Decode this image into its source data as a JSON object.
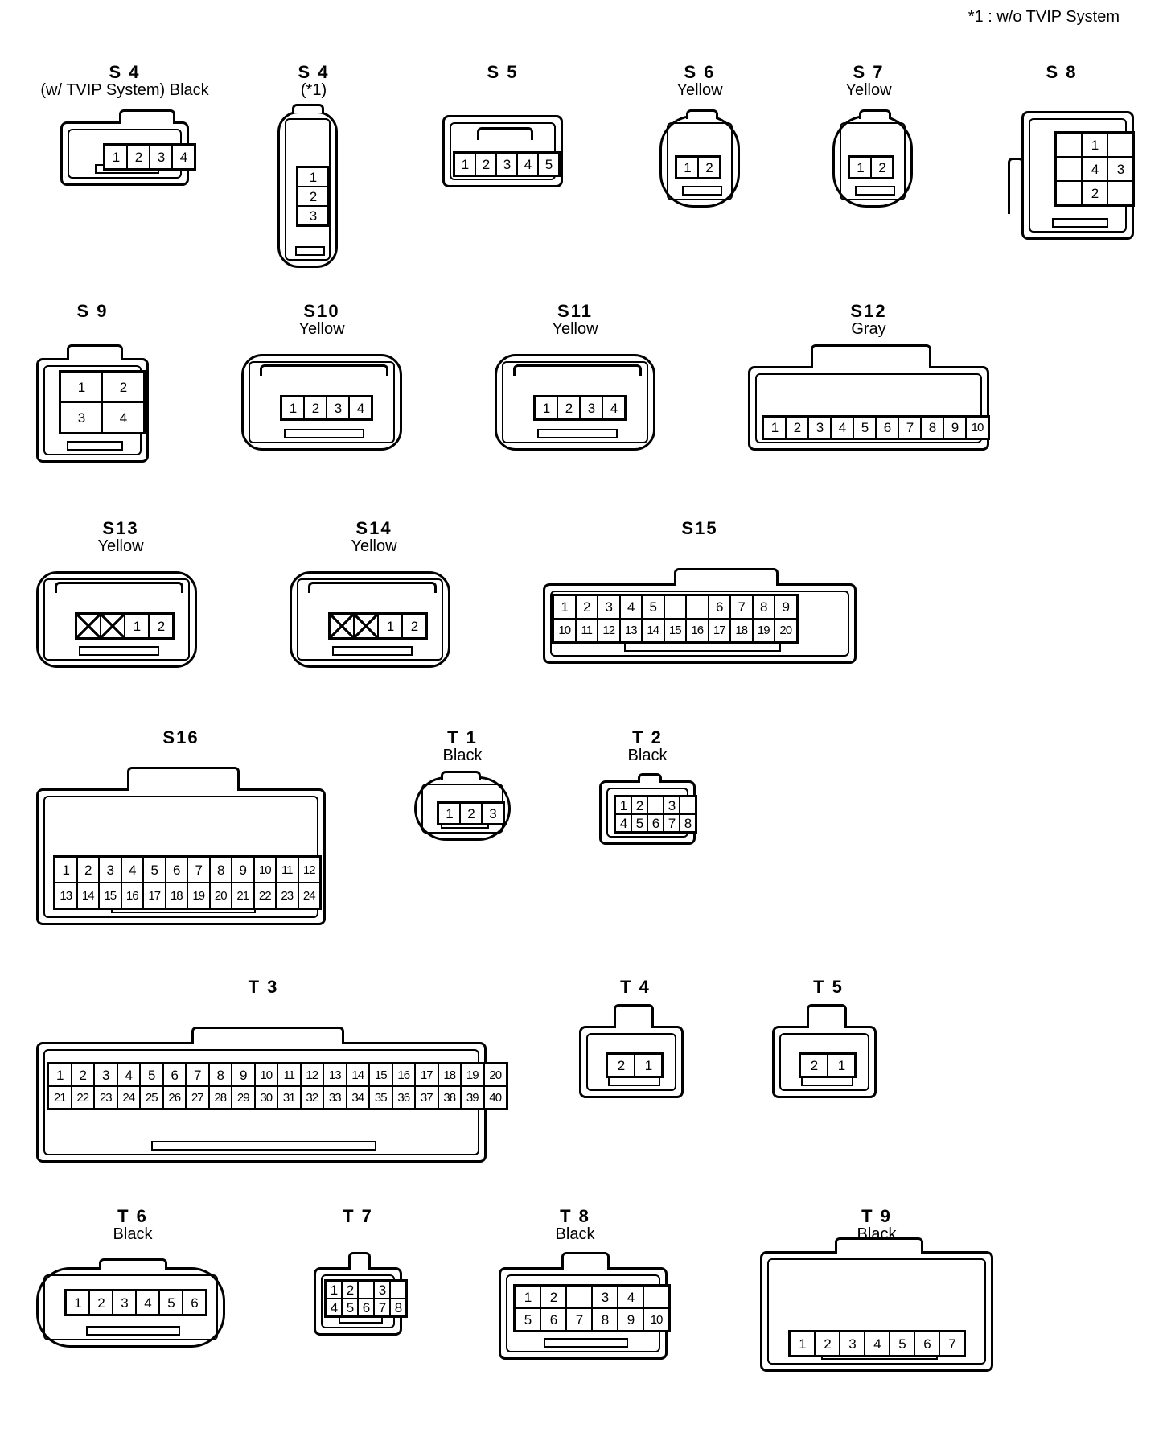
{
  "note": "*1 : w/o TVIP System",
  "connectors": [
    {
      "id": "S 4",
      "sub": "(w/ TVIP System)  Black",
      "rows": [
        [
          "1",
          "2",
          "3",
          "4"
        ]
      ]
    },
    {
      "id": "S 4",
      "sub": "(*1)",
      "rows": [
        [
          "1"
        ],
        [
          "2"
        ],
        [
          "3"
        ]
      ]
    },
    {
      "id": "S 5",
      "sub": "",
      "rows": [
        [
          "1",
          "2",
          "3",
          "4",
          "5"
        ]
      ]
    },
    {
      "id": "S 6",
      "sub": "Yellow",
      "rows": [
        [
          "1",
          "2"
        ]
      ]
    },
    {
      "id": "S 7",
      "sub": "Yellow",
      "rows": [
        [
          "1",
          "2"
        ]
      ]
    },
    {
      "id": "S 8",
      "sub": "",
      "rows": [
        [
          "",
          "1",
          ""
        ],
        [
          "",
          "4",
          "3"
        ],
        [
          "",
          "2",
          ""
        ]
      ]
    },
    {
      "id": "S 9",
      "sub": "",
      "rows": [
        [
          "1",
          "2"
        ],
        [
          "3",
          "4"
        ]
      ]
    },
    {
      "id": "S10",
      "sub": "Yellow",
      "rows": [
        [
          "1",
          "2",
          "3",
          "4"
        ]
      ]
    },
    {
      "id": "S11",
      "sub": "Yellow",
      "rows": [
        [
          "1",
          "2",
          "3",
          "4"
        ]
      ]
    },
    {
      "id": "S12",
      "sub": "Gray",
      "rows": [
        [
          "1",
          "2",
          "3",
          "4",
          "5",
          "6",
          "7",
          "8",
          "9",
          "10"
        ]
      ]
    },
    {
      "id": "S13",
      "sub": "Yellow",
      "rows": [
        [
          "X",
          "X",
          "1",
          "2"
        ]
      ]
    },
    {
      "id": "S14",
      "sub": "Yellow",
      "rows": [
        [
          "X",
          "X",
          "1",
          "2"
        ]
      ]
    },
    {
      "id": "S15",
      "sub": "",
      "rows": [
        [
          "1",
          "2",
          "3",
          "4",
          "5",
          "",
          "",
          "6",
          "7",
          "8",
          "9"
        ],
        [
          "10",
          "11",
          "12",
          "13",
          "14",
          "15",
          "16",
          "17",
          "18",
          "19",
          "20"
        ]
      ]
    },
    {
      "id": "S16",
      "sub": "",
      "rows": [
        [
          "1",
          "2",
          "3",
          "4",
          "5",
          "6",
          "7",
          "8",
          "9",
          "10",
          "11",
          "12"
        ],
        [
          "13",
          "14",
          "15",
          "16",
          "17",
          "18",
          "19",
          "20",
          "21",
          "22",
          "23",
          "24"
        ]
      ]
    },
    {
      "id": "T 1",
      "sub": "Black",
      "rows": [
        [
          "1",
          "2",
          "3"
        ]
      ]
    },
    {
      "id": "T 2",
      "sub": "Black",
      "rows": [
        [
          "1",
          "2",
          "",
          "3"
        ],
        [
          "4",
          "5",
          "6",
          "7",
          "8"
        ]
      ]
    },
    {
      "id": "T 3",
      "sub": "",
      "rows": [
        [
          "1",
          "2",
          "3",
          "4",
          "5",
          "6",
          "7",
          "8",
          "9",
          "10",
          "11",
          "12",
          "13",
          "14",
          "15",
          "16",
          "17",
          "18",
          "19",
          "20"
        ],
        [
          "21",
          "22",
          "23",
          "24",
          "25",
          "26",
          "27",
          "28",
          "29",
          "30",
          "31",
          "32",
          "33",
          "34",
          "35",
          "36",
          "37",
          "38",
          "39",
          "40"
        ]
      ]
    },
    {
      "id": "T 4",
      "sub": "",
      "rows": [
        [
          "2",
          "1"
        ]
      ]
    },
    {
      "id": "T 5",
      "sub": "",
      "rows": [
        [
          "2",
          "1"
        ]
      ]
    },
    {
      "id": "T 6",
      "sub": "Black",
      "rows": [
        [
          "1",
          "2",
          "3",
          "4",
          "5",
          "6"
        ]
      ]
    },
    {
      "id": "T 7",
      "sub": "",
      "rows": [
        [
          "1",
          "2",
          "",
          "3"
        ],
        [
          "4",
          "5",
          "6",
          "7",
          "8"
        ]
      ]
    },
    {
      "id": "T 8",
      "sub": "Black",
      "rows": [
        [
          "1",
          "2",
          "",
          "3",
          "4"
        ],
        [
          "5",
          "6",
          "7",
          "8",
          "9",
          "10"
        ]
      ]
    },
    {
      "id": "T 9",
      "sub": "Black",
      "rows": [
        [
          "1",
          "2",
          "3",
          "4",
          "5",
          "6",
          "7"
        ]
      ]
    }
  ]
}
